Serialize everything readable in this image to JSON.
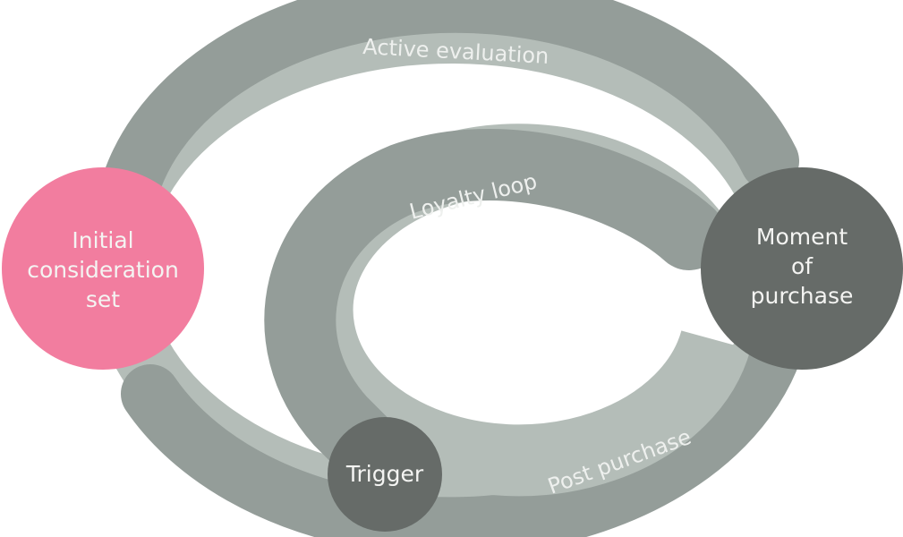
{
  "colors": {
    "band": "#949d99",
    "band_light": "#b4bdb8",
    "pink": "#f27d9f",
    "dark": "#666b68",
    "text": "#f0f2f0"
  },
  "paths": {
    "active_evaluation": "Active evaluation",
    "loyalty_loop": "Loyalty loop",
    "post_purchase": "Post purchase"
  },
  "nodes": {
    "initial": [
      "Initial",
      "consideration",
      "set"
    ],
    "moment": [
      "Moment",
      "of",
      "purchase"
    ],
    "trigger": "Trigger"
  }
}
